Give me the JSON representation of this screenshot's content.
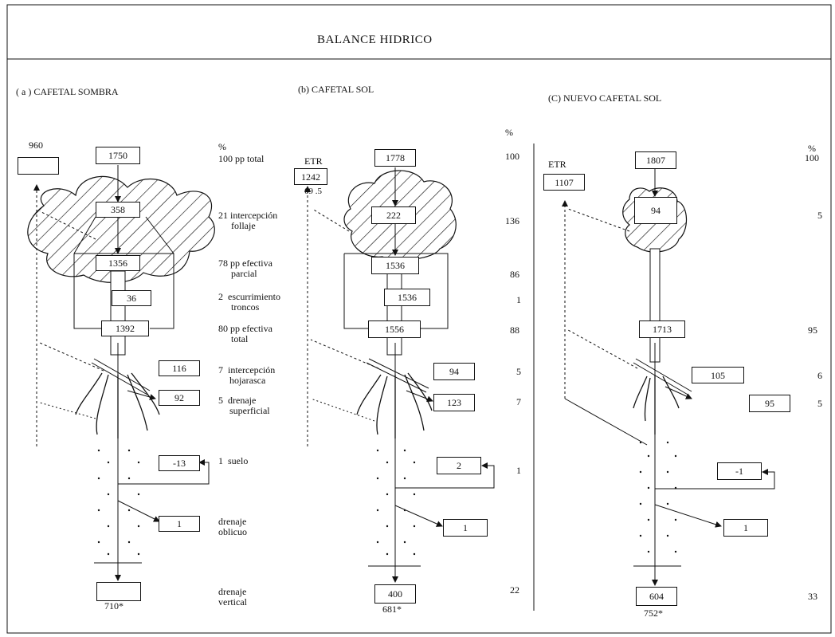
{
  "title": "BALANCE HIDRICO",
  "panels": {
    "a": {
      "heading": "( a ) CAFETAL SOMBRA",
      "left_value": "960",
      "pp_total": "1750",
      "intercepcion_follaje": "358",
      "pp_efectiva_parcial": "1356",
      "escurrimiento_troncos": "36",
      "pp_efectiva_total": "1392",
      "intercepcion_hojarasca": "116",
      "drenaje_superficial": "92",
      "suelo": "-13",
      "drenaje_oblicuo": "1",
      "drenaje_vertical": "",
      "bottom_note": "710*"
    },
    "b": {
      "heading": "(b) CAFETAL SOL",
      "etr_label": "ETR",
      "etr": "1242",
      "etr_pct": "69 .5",
      "pp_total": "1778",
      "intercepcion_follaje": "222",
      "pp_efectiva_parcial": "1536",
      "escurrimiento_troncos": "1536",
      "pp_efectiva_total": "1556",
      "intercepcion_hojarasca": "94",
      "drenaje_superficial": "123",
      "suelo": "2",
      "drenaje_oblicuo": "1",
      "drenaje_vertical": "400",
      "bottom_note": "681*"
    },
    "c": {
      "heading": "(C)  NUEVO CAFETAL SOL",
      "etr_label": "ETR",
      "etr": "1107",
      "pp_total": "1807",
      "intercepcion_follaje": "94",
      "pp_efectiva_total": "1713",
      "intercepcion_hojarasca": "105",
      "drenaje_superficial": "95",
      "suelo": "-1",
      "drenaje_oblicuo": "1",
      "drenaje_vertical": "604",
      "bottom_note": "752*"
    }
  },
  "legend": {
    "pct_header": "%",
    "rows": [
      {
        "pct": "100",
        "label1": "pp total",
        "label2": ""
      },
      {
        "pct": "21",
        "label1": "intercepción",
        "label2": "follaje"
      },
      {
        "pct": "78",
        "label1": "pp efectiva",
        "label2": "parcial"
      },
      {
        "pct": "2",
        "label1": "escurrimiento",
        "label2": "troncos"
      },
      {
        "pct": "80",
        "label1": "pp efectiva",
        "label2": "total"
      },
      {
        "pct": "7",
        "label1": "intercepción",
        "label2": "hojarasca"
      },
      {
        "pct": "5",
        "label1": "drenaje",
        "label2": "superficial"
      },
      {
        "pct": "1",
        "label1": "suelo",
        "label2": ""
      },
      {
        "pct": "",
        "label1": "drenaje",
        "label2": "oblicuo"
      },
      {
        "pct": "",
        "label1": "drenaje",
        "label2": "vertical"
      }
    ]
  },
  "pct_b": {
    "header": "%",
    "values": [
      "100",
      "136",
      "86",
      "1",
      "88",
      "5",
      "7",
      "1",
      "22"
    ]
  },
  "pct_c": {
    "header": "%",
    "values": [
      "100",
      "5",
      "95",
      "6",
      "5",
      "33"
    ]
  }
}
